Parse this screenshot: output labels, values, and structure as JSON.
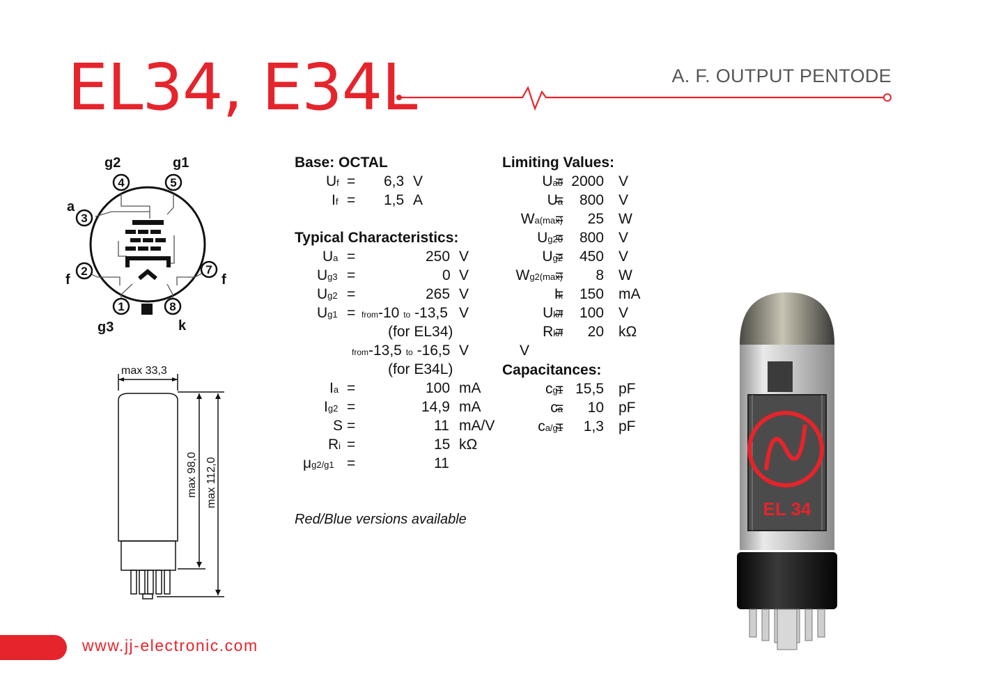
{
  "title": "EL34, E34L",
  "subtitle": "A. F. OUTPUT PENTODE",
  "website": "www.jj-electronic.com",
  "brand_color": "#e5242b",
  "pinout": {
    "labels": {
      "g2": "g2",
      "g1": "g1",
      "a": "a",
      "f_left": "f",
      "f_right": "f",
      "g3": "g3",
      "k": "k"
    },
    "pins": [
      "1",
      "2",
      "3",
      "4",
      "5",
      "7",
      "8"
    ]
  },
  "dimensions": {
    "width": "max 33,3",
    "body": "max 98,0",
    "total": "max 112,0"
  },
  "base": {
    "heading": "Base: OCTAL",
    "rows": [
      {
        "sym": "U",
        "sub": "f",
        "eq": "=",
        "val": "6,3",
        "unit": "V"
      },
      {
        "sym": "I",
        "sub": "f",
        "eq": "=",
        "val": "1,5",
        "unit": "A"
      }
    ]
  },
  "typical": {
    "heading": "Typical Characteristics:",
    "ua": {
      "sym": "U",
      "sub": "a",
      "eq": "=",
      "val": "250",
      "unit": "V"
    },
    "ug3": {
      "sym": "U",
      "sub": "g3",
      "eq": "=",
      "val": "0",
      "unit": "V"
    },
    "ug2": {
      "sym": "U",
      "sub": "g2",
      "eq": "=",
      "val": "265",
      "unit": "V"
    },
    "ug1": {
      "sym": "U",
      "sub": "g1",
      "eq": "=",
      "from": "from",
      "v1": "-10",
      "to": "to",
      "v2": "-13,5",
      "unit": "V",
      "note": "(for EL34)"
    },
    "ug1b": {
      "from": "from",
      "v1": "-13,5",
      "to": "to",
      "v2": "-16,5",
      "unit": "V",
      "note": "(for E34L)"
    },
    "ia": {
      "sym": "I",
      "sub": "a",
      "eq": "=",
      "val": "100",
      "unit": "mA"
    },
    "ig2": {
      "sym": "I",
      "sub": "g2",
      "eq": "=",
      "val": "14,9",
      "unit": "mA"
    },
    "s": {
      "sym": "S",
      "eq": "=",
      "val": "11",
      "unit": "mA/V"
    },
    "ri": {
      "sym": "R",
      "sub": "i",
      "eq": "=",
      "val": "15",
      "unit": "kΩ"
    },
    "mu": {
      "sym": "μ",
      "sub": "g2/g1",
      "eq": "=",
      "val": "11"
    }
  },
  "limiting": {
    "heading": "Limiting Values:",
    "rows": [
      {
        "sym": "U",
        "sub": "a0",
        "eq": "=",
        "val": "2000",
        "unit": "V"
      },
      {
        "sym": "U",
        "sub": "a",
        "eq": "=",
        "val": "800",
        "unit": "V"
      },
      {
        "sym": "W",
        "sub": "a(max)",
        "eq": "=",
        "val": "25",
        "unit": "W"
      },
      {
        "sym": "U",
        "sub": "g20",
        "eq": "=",
        "val": "800",
        "unit": "V"
      },
      {
        "sym": "U",
        "sub": "g2",
        "eq": "=",
        "val": "450",
        "unit": "V"
      },
      {
        "sym": "W",
        "sub": "g2(max)",
        "eq": "=",
        "val": "8",
        "unit": "W"
      },
      {
        "sym": "I",
        "sub": "k",
        "eq": "=",
        "val": "150",
        "unit": "mA"
      },
      {
        "sym": "U",
        "sub": "k/f",
        "eq": "=",
        "val": "100",
        "unit": "V"
      },
      {
        "sym": "R",
        "sub": "k/f",
        "eq": "=",
        "val": "20",
        "unit": "kΩ"
      }
    ],
    "stray_unit": "V"
  },
  "capacitances": {
    "heading": "Capacitances:",
    "rows": [
      {
        "sym": "c",
        "sub": "g1",
        "eq": "=",
        "val": "15,5",
        "unit": "pF"
      },
      {
        "sym": "c",
        "sub": "a",
        "eq": "=",
        "val": "10",
        "unit": "pF"
      },
      {
        "sym": "c",
        "sub": "a/g1",
        "eq": "=",
        "val": "1,3",
        "unit": "pF"
      }
    ]
  },
  "note": "Red/Blue versions available",
  "tube_print": "EL 34"
}
